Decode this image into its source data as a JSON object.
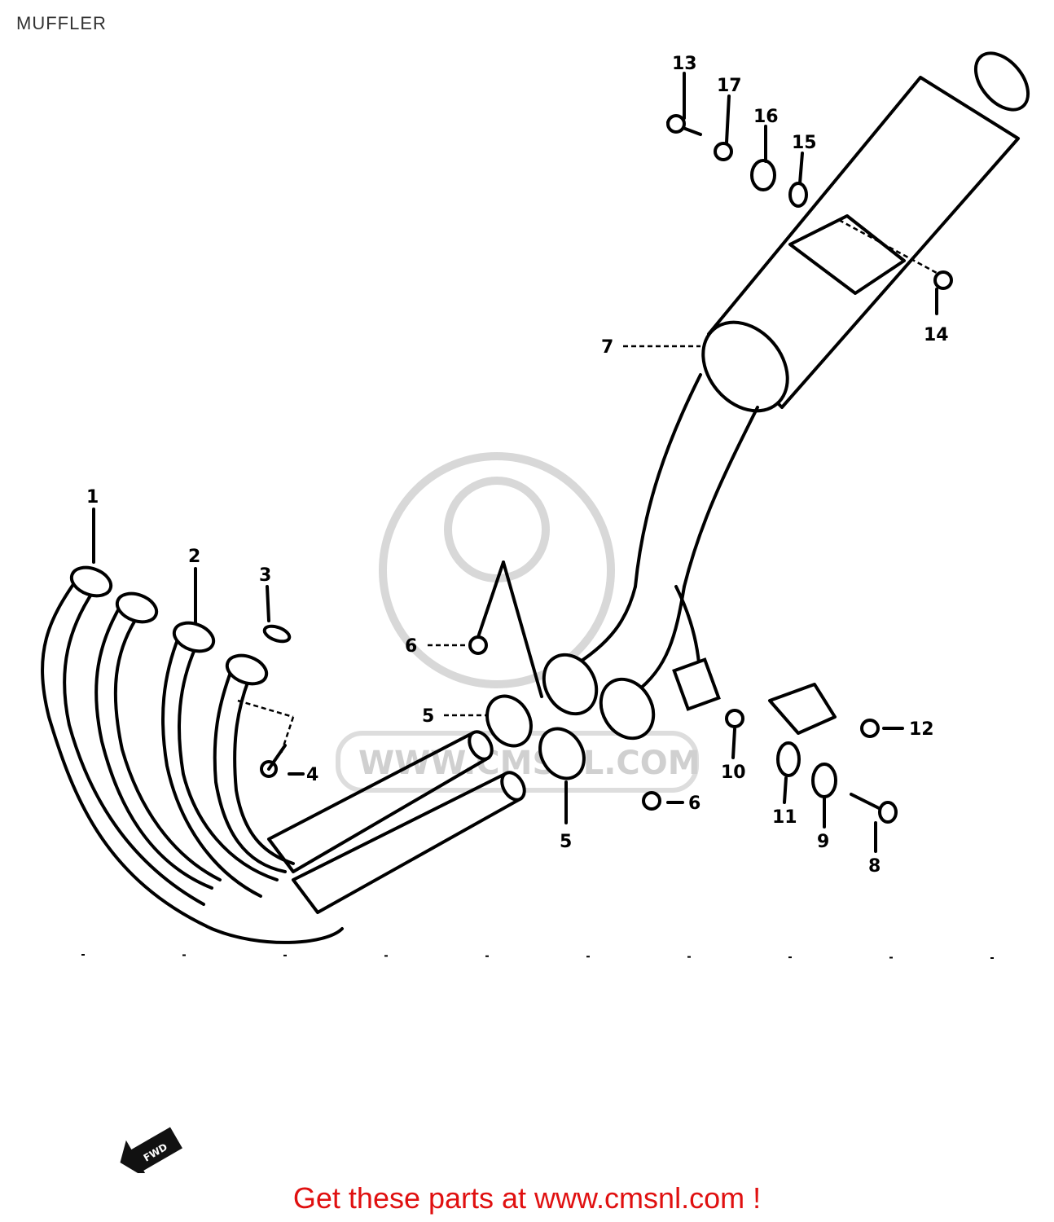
{
  "page": {
    "title": "MUFFLER"
  },
  "watermark": {
    "text": "WWW.CMSNL.COM"
  },
  "callouts": [
    {
      "id": "c1",
      "text": "1"
    },
    {
      "id": "c2",
      "text": "2"
    },
    {
      "id": "c3",
      "text": "3"
    },
    {
      "id": "c4",
      "text": "4"
    },
    {
      "id": "c5a",
      "text": "5"
    },
    {
      "id": "c5b",
      "text": "5"
    },
    {
      "id": "c6a",
      "text": "6"
    },
    {
      "id": "c6b",
      "text": "6"
    },
    {
      "id": "c7",
      "text": "7"
    },
    {
      "id": "c8",
      "text": "8"
    },
    {
      "id": "c9",
      "text": "9"
    },
    {
      "id": "c10",
      "text": "10"
    },
    {
      "id": "c11",
      "text": "11"
    },
    {
      "id": "c12",
      "text": "12"
    },
    {
      "id": "c13",
      "text": "13"
    },
    {
      "id": "c14",
      "text": "14"
    },
    {
      "id": "c15",
      "text": "15"
    },
    {
      "id": "c16",
      "text": "16"
    },
    {
      "id": "c17",
      "text": "17"
    }
  ],
  "fwd_arrow": {
    "text": "FWD"
  },
  "footer": {
    "link_text": "Get these parts at www.cmsnl.com !"
  },
  "colors": {
    "footer_text": "#e01010",
    "line_art": "#000000",
    "watermark": "#d0d0d0"
  }
}
